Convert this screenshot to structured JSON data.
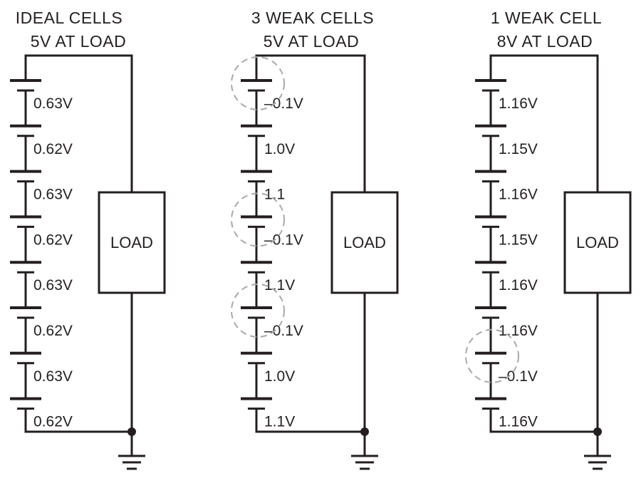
{
  "colors": {
    "ink": "#231f20",
    "weak_marker": "#a7a9ac",
    "background": "#ffffff"
  },
  "panels": [
    {
      "title_line1": "IDEAL CELLS",
      "title_line2": "5V AT LOAD",
      "load_label": "LOAD",
      "cells": [
        {
          "voltage": "0.63V",
          "weak": false
        },
        {
          "voltage": "0.62V",
          "weak": false
        },
        {
          "voltage": "0.63V",
          "weak": false
        },
        {
          "voltage": "0.62V",
          "weak": false
        },
        {
          "voltage": "0.63V",
          "weak": false
        },
        {
          "voltage": "0.62V",
          "weak": false
        },
        {
          "voltage": "0.63V",
          "weak": false
        },
        {
          "voltage": "0.62V",
          "weak": false
        }
      ]
    },
    {
      "title_line1": "3 WEAK CELLS",
      "title_line2": "5V AT LOAD",
      "load_label": "LOAD",
      "cells": [
        {
          "voltage": "–0.1V",
          "weak": true
        },
        {
          "voltage": "1.0V",
          "weak": false
        },
        {
          "voltage": "1.1",
          "weak": false
        },
        {
          "voltage": "–0.1V",
          "weak": true
        },
        {
          "voltage": "1.1V",
          "weak": false
        },
        {
          "voltage": "–0.1V",
          "weak": true
        },
        {
          "voltage": "1.0V",
          "weak": false
        },
        {
          "voltage": "1.1V",
          "weak": false
        }
      ]
    },
    {
      "title_line1": "1 WEAK CELL",
      "title_line2": "8V AT LOAD",
      "load_label": "LOAD",
      "cells": [
        {
          "voltage": "1.16V",
          "weak": false
        },
        {
          "voltage": "1.15V",
          "weak": false
        },
        {
          "voltage": "1.16V",
          "weak": false
        },
        {
          "voltage": "1.15V",
          "weak": false
        },
        {
          "voltage": "1.16V",
          "weak": false
        },
        {
          "voltage": "1.16V",
          "weak": false
        },
        {
          "voltage": "–0.1V",
          "weak": true
        },
        {
          "voltage": "1.16V",
          "weak": false
        }
      ]
    }
  ]
}
